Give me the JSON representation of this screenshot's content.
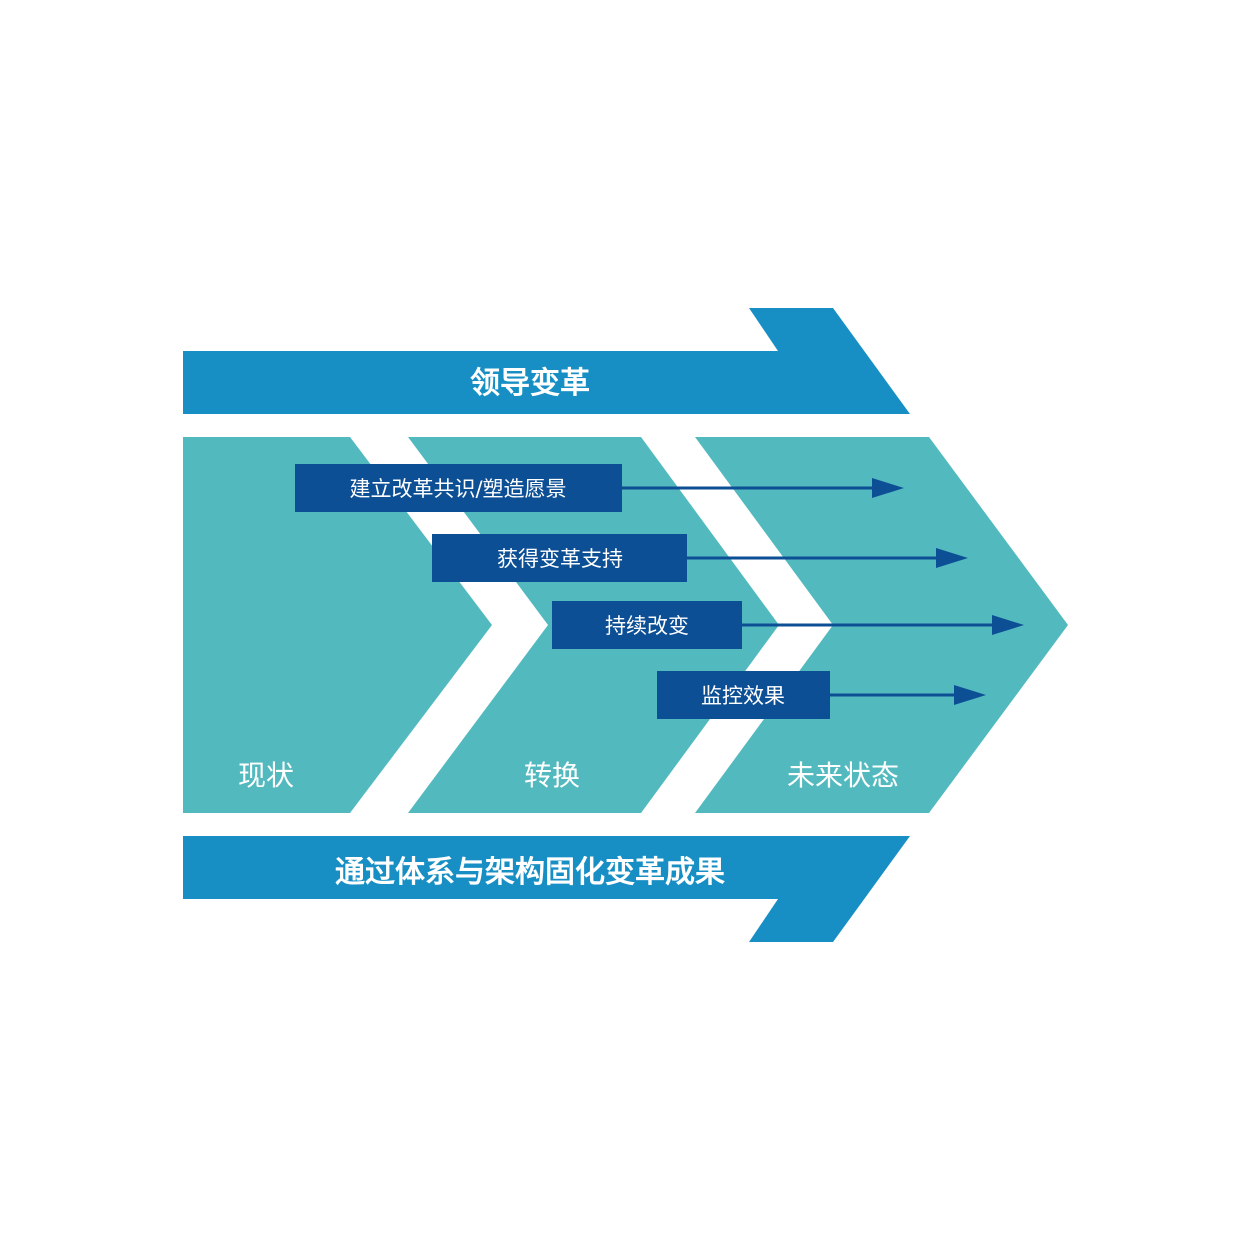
{
  "colors": {
    "banner": "#188fc4",
    "chevron": "#52babf",
    "box": "#0d4f95",
    "arrow": "#0d4f95",
    "text": "#ffffff",
    "background": "#ffffff"
  },
  "top_banner": {
    "label": "领导变革"
  },
  "bottom_banner": {
    "label": "通过体系与架构固化变革成果"
  },
  "stages": [
    {
      "label": "现状"
    },
    {
      "label": "转换"
    },
    {
      "label": "未来状态"
    }
  ],
  "steps": [
    {
      "label": "建立改革共识/塑造愿景"
    },
    {
      "label": "获得变革支持"
    },
    {
      "label": "持续改变"
    },
    {
      "label": "监控效果"
    }
  ]
}
